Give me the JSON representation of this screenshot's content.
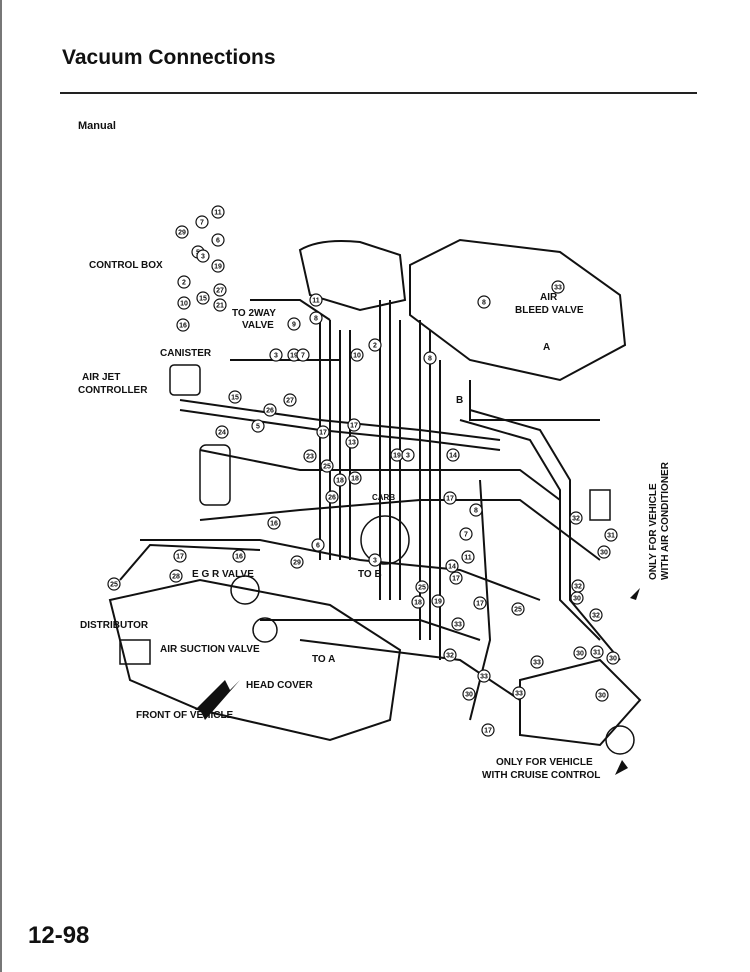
{
  "header": {
    "title": "Vacuum Connections",
    "subtitle": "Manual"
  },
  "footer": {
    "page_number": "12-98"
  },
  "diagram": {
    "labels": {
      "control_box": "CONTROL BOX",
      "air_bleed_1": "AIR",
      "air_bleed_2": "BLEED VALVE",
      "two_way_1": "TO 2WAY",
      "two_way_2": "VALVE",
      "canister": "CANISTER",
      "air_jet_1": "AIR JET",
      "air_jet_2": "CONTROLLER",
      "egr": "E G R VALVE",
      "to_b": "TO B",
      "distributor": "DISTRIBUTOR",
      "air_suction": "AIR SUCTION VALVE",
      "to_a": "TO A",
      "head_cover": "HEAD COVER",
      "front": "FRONT OF VEHICLE",
      "carb": "CARB",
      "ac_1": "ONLY FOR VEHICLE",
      "ac_2": "WITH AIR CONDITIONER",
      "cruise_1": "ONLY FOR VEHICLE",
      "cruise_2": "WITH CRUISE CONTROL",
      "letter_a": "A",
      "letter_b": "B"
    },
    "hose_numbers": [
      "11",
      "7",
      "29",
      "6",
      "5",
      "3",
      "19",
      "2",
      "27",
      "10",
      "15",
      "21",
      "16",
      "11",
      "8",
      "9",
      "19",
      "3",
      "7",
      "10",
      "2",
      "8",
      "33",
      "8",
      "15",
      "26",
      "27",
      "5",
      "24",
      "17",
      "23",
      "25",
      "17",
      "13",
      "19",
      "3",
      "18",
      "14",
      "16",
      "26",
      "18",
      "17",
      "8",
      "6",
      "17",
      "11",
      "7",
      "14",
      "28",
      "17",
      "25",
      "16",
      "29",
      "3",
      "25",
      "18",
      "19",
      "17",
      "33",
      "32",
      "31",
      "30",
      "25",
      "32",
      "30",
      "32",
      "33",
      "30",
      "31",
      "30",
      "30",
      "33",
      "30",
      "33",
      "32",
      "17"
    ]
  },
  "colors": {
    "ink": "#111111",
    "paper": "#ffffff"
  }
}
